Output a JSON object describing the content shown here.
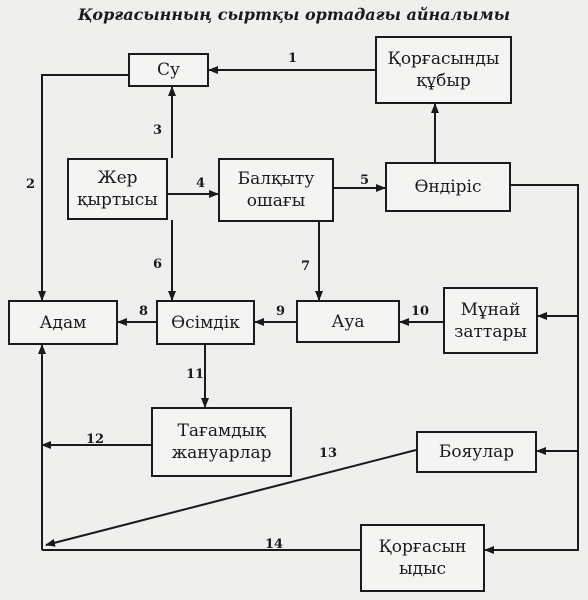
{
  "title": "Қорғасынның сыртқы ортадағы айналымы",
  "nodes": {
    "su": "Су",
    "korgasyn_kubyr_1": "Қорғасынды",
    "korgasyn_kubyr_2": "құбыр",
    "zher_kyrtys_1": "Жер",
    "zher_kyrtys_2": "қыртысы",
    "balkytu_1": "Балқыту",
    "balkytu_2": "ошағы",
    "ondiris": "Өндіріс",
    "adam": "Адам",
    "osimdik": "Өсімдік",
    "aua": "Ауа",
    "munai_1": "Мұнай",
    "munai_2": "заттары",
    "tagamdyk_1": "Тағамдық",
    "tagamdyk_2": "жануарлар",
    "boyaular": "Бояулар",
    "korgasyn_ydys_1": "Қорғасын",
    "korgasyn_ydys_2": "ыдыс"
  },
  "arrow_labels": [
    "1",
    "2",
    "3",
    "4",
    "5",
    "6",
    "7",
    "8",
    "9",
    "10",
    "11",
    "12",
    "13",
    "14"
  ]
}
